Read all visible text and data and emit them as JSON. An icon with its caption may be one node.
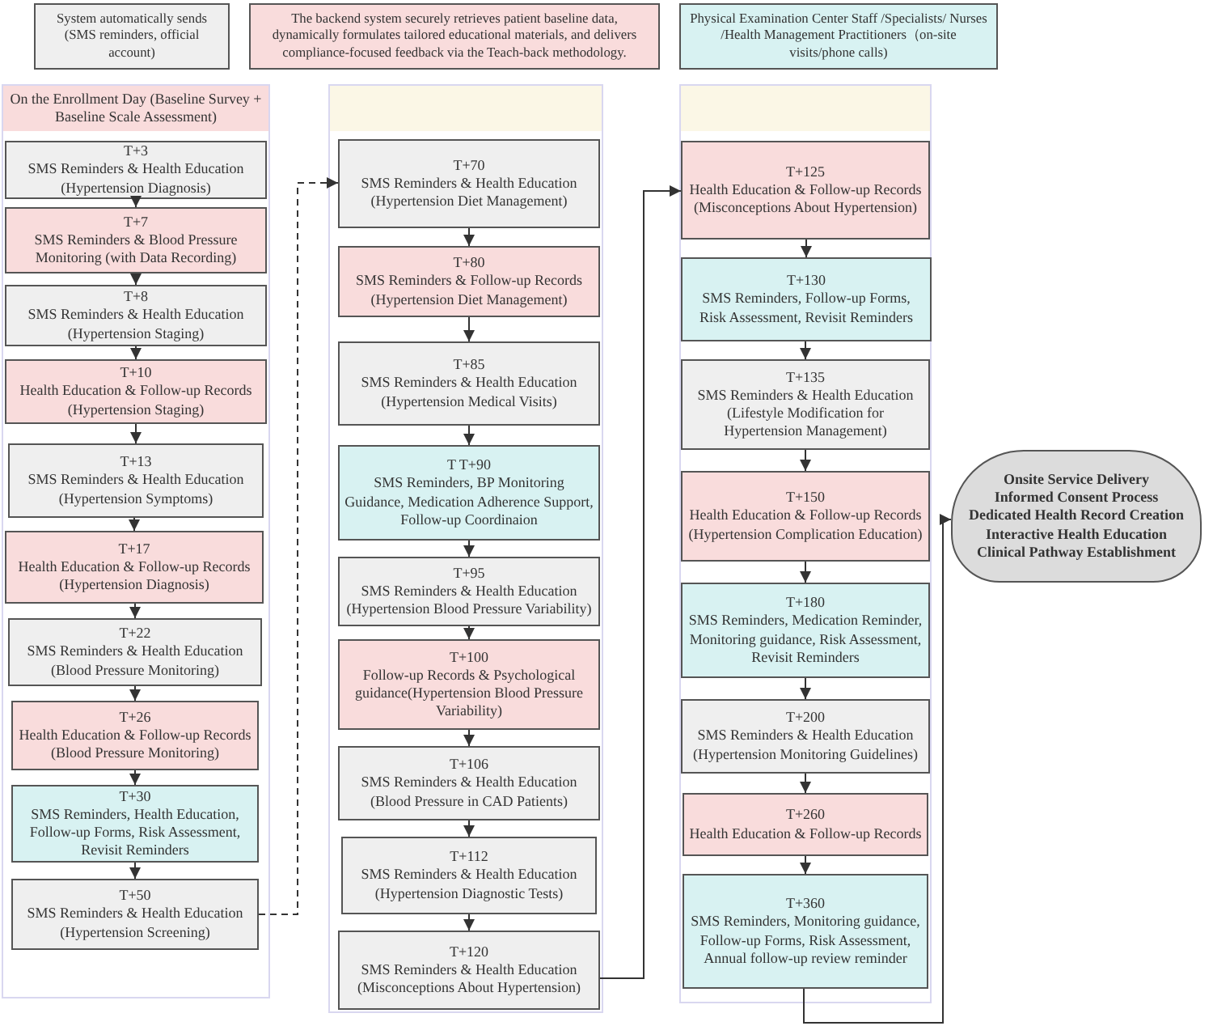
{
  "diagram": {
    "nodes": [
      {
        "text": [
          "System automatically sends (SMS reminders, official account)"
        ]
      },
      {
        "text": [
          "The backend system securely retrieves patient baseline data, dynamically formulates tailored educational materials, and delivers compliance-focused feedback via the Teach-back methodology."
        ]
      },
      {
        "text": [
          "Physical Examination Center Staff /Specialists/ Nurses /Health Management Practitioners（on-site visits/phone calls)"
        ]
      },
      {
        "text": [
          "On the Enrollment Day (Baseline Survey + Baseline Scale Assessment)"
        ]
      },
      {
        "text": [
          "T+3",
          "SMS Reminders & Health Education (Hypertension Diagnosis)"
        ],
        "in": 3
      },
      {
        "text": [
          "T+7",
          "SMS Reminders & Blood Pressure Monitoring (with Data Recording)"
        ],
        "in": 3
      },
      {
        "text": [
          "T+8",
          "SMS Reminders & Health Education (Hypertension Staging)"
        ],
        "in": 3
      },
      {
        "text": [
          "T+10",
          "Health Education & Follow-up Records (Hypertension Staging)"
        ],
        "in": 3
      },
      {
        "text": [
          "T+13",
          "SMS Reminders & Health Education (Hypertension Symptoms)"
        ],
        "in": 3
      },
      {
        "text": [
          "T+17",
          "Health Education & Follow-up Records (Hypertension Diagnosis)"
        ],
        "in": 3
      },
      {
        "text": [
          "T+22",
          "SMS Reminders & Health Education (Blood Pressure Monitoring)"
        ],
        "in": 3
      },
      {
        "text": [
          "T+26",
          "Health Education & Follow-up Records (Blood Pressure Monitoring)"
        ],
        "in": 3
      },
      {
        "text": [
          "T+30",
          "SMS Reminders, Health Education, Follow-up Forms, Risk Assessment, Revisit Reminders"
        ],
        "in": 3
      },
      {
        "text": [
          "T+50",
          "SMS Reminders & Health Education (Hypertension Screening)"
        ],
        "in": 3
      },
      {
        "text": [],
        "shape": "box"
      },
      {
        "text": [
          "T+70",
          "SMS Reminders & Health Education (Hypertension Diet Management)"
        ],
        "in": 14
      },
      {
        "text": [
          "T+80",
          "SMS Reminders & Follow-up Records (Hypertension Diet Management)"
        ],
        "in": 14
      },
      {
        "text": [
          "T+85",
          "SMS Reminders & Health Education (Hypertension Medical Visits)"
        ],
        "in": 14
      },
      {
        "text": [
          "T T+90",
          "SMS Reminders, BP Monitoring Guidance, Medication Adherence Support, Follow-up Coordinaion"
        ],
        "in": 14
      },
      {
        "text": [
          "T+95",
          "SMS Reminders & Health Education (Hypertension Blood Pressure Variability)"
        ],
        "in": 14
      },
      {
        "text": [
          "T+100",
          "Follow-up Records & Psychological guidance(Hypertension Blood Pressure Variability)"
        ],
        "in": 14
      },
      {
        "text": [
          "T+106",
          "SMS Reminders & Health Education (Blood Pressure in CAD Patients)"
        ],
        "in": 14
      },
      {
        "text": [
          "T+112",
          "SMS Reminders & Health Education (Hypertension Diagnostic Tests)"
        ],
        "in": 14
      },
      {
        "text": [
          "T+120",
          "SMS Reminders & Health Education (Misconceptions About Hypertension)"
        ],
        "in": 14
      },
      {
        "text": [],
        "shape": "box"
      },
      {
        "text": [
          "T+125",
          "Health Education & Follow-up Records (Misconceptions About Hypertension)"
        ],
        "in": 24
      },
      {
        "text": [
          "T+130",
          "SMS Reminders, Follow-up Forms, Risk Assessment, Revisit Reminders"
        ],
        "in": 24
      },
      {
        "text": [
          "T+135",
          "SMS Reminders & Health Education (Lifestyle Modification for Hypertension Management)"
        ],
        "in": 24
      },
      {
        "text": [
          "T+150",
          "Health Education & Follow-up Records (Hypertension Complication Education)"
        ],
        "in": 24
      },
      {
        "text": [
          "T+180",
          "SMS Reminders, Medication Reminder, Monitoring guidance, Risk Assessment, Revisit Reminders"
        ],
        "in": 24
      },
      {
        "text": [
          "T+200",
          "SMS Reminders & Health Education (Hypertension Monitoring Guidelines)"
        ],
        "in": 24
      },
      {
        "text": [
          "T+260",
          "Health Education & Follow-up Records"
        ],
        "in": 24
      },
      {
        "text": [
          "T+360",
          "SMS Reminders, Monitoring guidance, Follow-up Forms, Risk Assessment, Annual follow-up review reminder"
        ],
        "in": 24
      },
      {
        "text": [
          "Onsite Service Delivery",
          "Informed Consent Process",
          "Dedicated Health Record Creation",
          "Interactive Health Education",
          "Clinical Pathway Establishment"
        ]
      }
    ],
    "edges": [
      {
        "from": 4,
        "to": 5,
        "arrow": "to"
      },
      {
        "from": 5,
        "to": 6,
        "arrow": "to"
      },
      {
        "from": 6,
        "to": 7,
        "arrow": "to"
      },
      {
        "from": 7,
        "to": 8,
        "arrow": "to"
      },
      {
        "from": 8,
        "to": 9,
        "arrow": "to"
      },
      {
        "from": 9,
        "to": 10,
        "arrow": "to"
      },
      {
        "from": 10,
        "to": 11,
        "arrow": "to"
      },
      {
        "from": 11,
        "to": 12,
        "arrow": "to"
      },
      {
        "from": 12,
        "to": 13,
        "arrow": "to"
      },
      {
        "from": 13,
        "to": 15,
        "arrow": "to",
        "style": "dashed"
      },
      {
        "from": 15,
        "to": 16,
        "arrow": "to"
      },
      {
        "from": 16,
        "to": 17,
        "arrow": "to"
      },
      {
        "from": 17,
        "to": 18,
        "arrow": "to"
      },
      {
        "from": 18,
        "to": 19,
        "arrow": "to"
      },
      {
        "from": 19,
        "to": 20,
        "arrow": "to"
      },
      {
        "from": 20,
        "to": 21,
        "arrow": "to"
      },
      {
        "from": 21,
        "to": 22,
        "arrow": "to"
      },
      {
        "from": 22,
        "to": 23,
        "arrow": "to"
      },
      {
        "from": 23,
        "to": 25,
        "arrow": "to"
      },
      {
        "from": 25,
        "to": 26,
        "arrow": "to"
      },
      {
        "from": 26,
        "to": 27,
        "arrow": "to"
      },
      {
        "from": 27,
        "to": 28,
        "arrow": "to"
      },
      {
        "from": 28,
        "to": 29,
        "arrow": "to"
      },
      {
        "from": 29,
        "to": 30,
        "arrow": "to"
      },
      {
        "from": 30,
        "to": 31,
        "arrow": "to"
      },
      {
        "from": 31,
        "to": 32,
        "arrow": "to"
      },
      {
        "from": 32,
        "to": 33,
        "arrow": "to"
      }
    ]
  }
}
